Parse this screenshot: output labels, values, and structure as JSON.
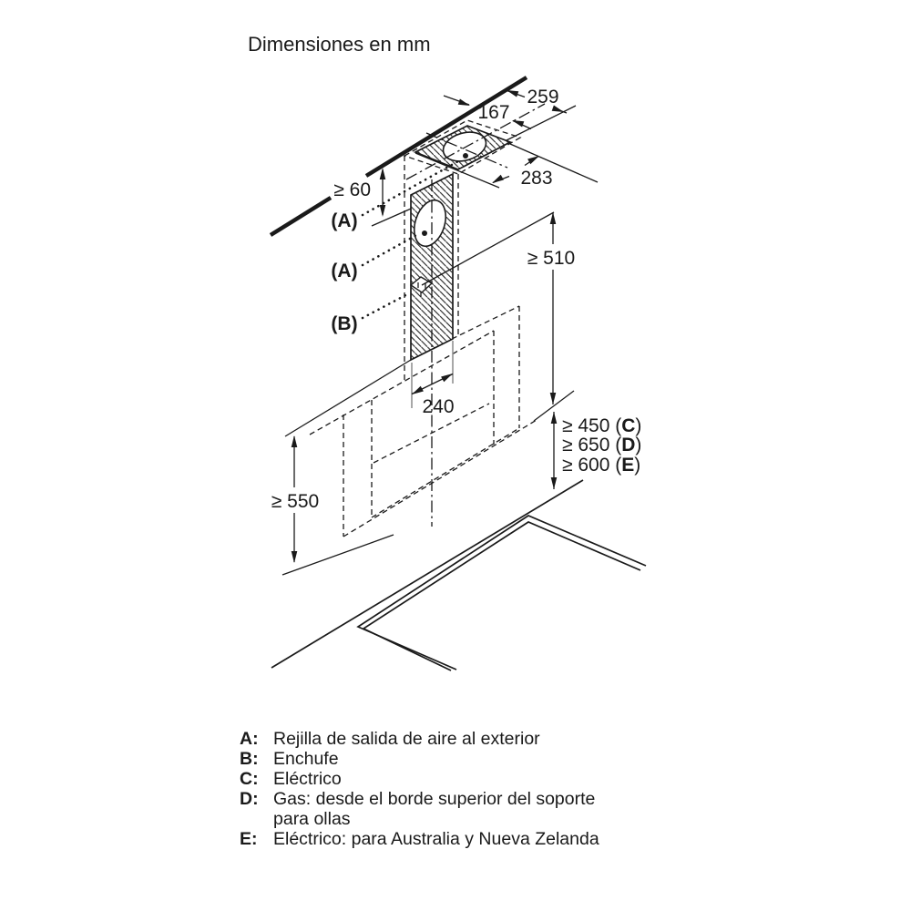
{
  "title": "Dimensiones en mm",
  "diagram": {
    "dims": {
      "d259": "259",
      "d167": "167",
      "d283": "283",
      "d60": "≥ 60",
      "d510": "≥ 510",
      "d240": "240",
      "d550": "≥ 550"
    },
    "clearances": [
      {
        "prefix": "≥ 450 (",
        "letter": "C",
        "suffix": ")"
      },
      {
        "prefix": "≥ 650 (",
        "letter": "D",
        "suffix": ")"
      },
      {
        "prefix": "≥ 600 (",
        "letter": "E",
        "suffix": ")"
      }
    ],
    "callouts": {
      "a1": "(A)",
      "a2": "(A)",
      "b": "(B)"
    }
  },
  "legend": {
    "items": [
      {
        "letter": "A:",
        "text": "Rejilla de salida de aire al exterior"
      },
      {
        "letter": "B:",
        "text": "Enchufe"
      },
      {
        "letter": "C:",
        "text": "Eléctrico"
      },
      {
        "letter": "D:",
        "text": "Gas: desde el borde superior del soporte para ollas"
      },
      {
        "letter": "E:",
        "text": "Eléctrico: para Australia y Nueva Zelanda"
      }
    ]
  },
  "colors": {
    "ink": "#1a1a1a",
    "gray": "#8a8a8a",
    "background": "#ffffff"
  }
}
